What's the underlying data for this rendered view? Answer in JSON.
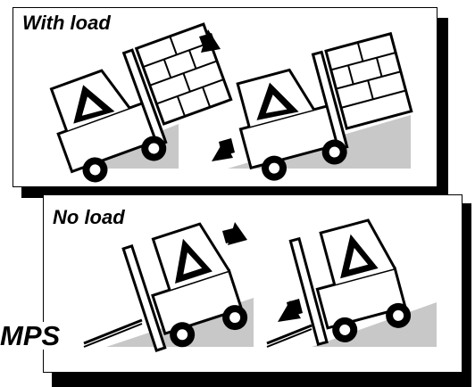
{
  "panels": [
    {
      "title": "With load"
    },
    {
      "title": "No load"
    }
  ],
  "caption": "MPS",
  "icons": {
    "forklift": "forklift-icon",
    "arrow_up": "arrow-up-right-icon",
    "arrow_down": "arrow-down-left-icon",
    "warning": "tipover-warning-icon"
  },
  "colors": {
    "ramp": "#c8c8c8",
    "shadow": "#000000",
    "ink": "#000000"
  }
}
